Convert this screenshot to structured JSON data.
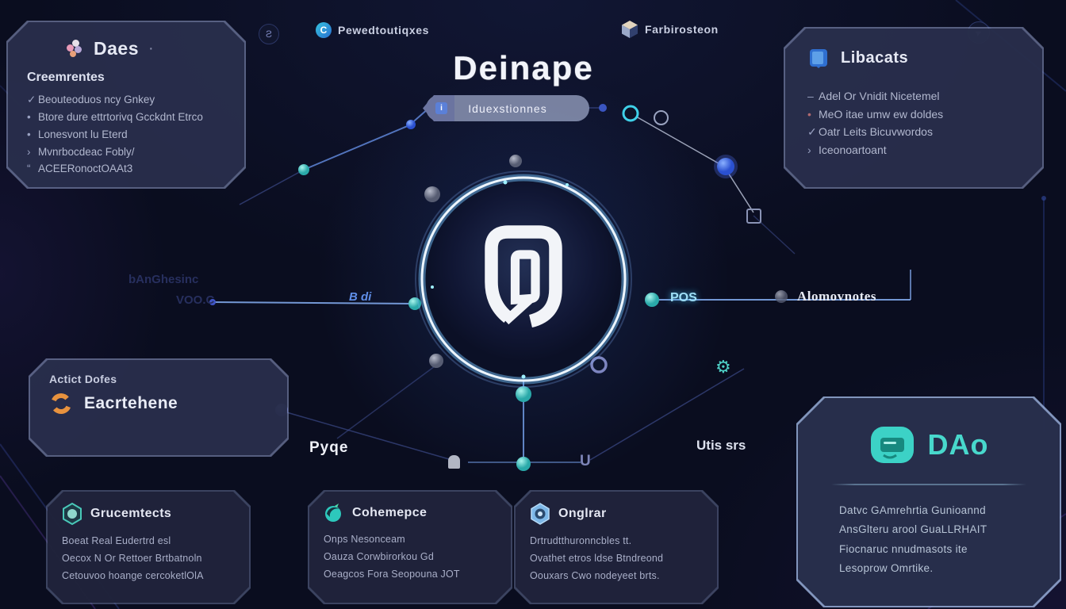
{
  "header": {
    "badge_s": "Ƨ",
    "chain_icon_letter": "C",
    "chain_label": "Pewedtoutiqxes",
    "block_label": "Farbirosteon",
    "title": "Deinape",
    "pill_icon": "i",
    "pill_label": "Iduexstionnes",
    "arrow_badge": "➤"
  },
  "panels": {
    "daes": {
      "title": "Daes",
      "title_dot": "·",
      "subtitle": "Creemrentes",
      "items": [
        {
          "bullet": "✓",
          "text": "Beouteoduos ncy Gnkey"
        },
        {
          "bullet": "•",
          "text": "Btore dure ettrtorivq Gcckdnt Etrco"
        },
        {
          "bullet": "•",
          "text": "Lonesvont lu Eterd"
        },
        {
          "bullet": "›",
          "text": "Mvnrbocdeac Fobly/"
        },
        {
          "bullet": "“",
          "text": "ACEERonoctOAAt3"
        }
      ]
    },
    "libacats": {
      "title": "Libacats",
      "items": [
        {
          "bullet": "–",
          "text": "Adel Or Vnidit Nicetemel"
        },
        {
          "bullet": "•",
          "text": "MeO itae umw ew doldes"
        },
        {
          "bullet": "✓",
          "text": "Oatr Leits Bicuvwordos"
        },
        {
          "bullet": "›",
          "text": "Iceonoartoant"
        }
      ]
    },
    "exchange": {
      "eyebrow": "Actict Dofes",
      "title": "Eacrtehene"
    },
    "grucem": {
      "title": "Grucemtects",
      "lines": [
        "Boeat Real Eudertrd esl",
        "Oecox N Or Rettoer Brtbatnoln",
        "Cetouvoo hoange cercoketlOlA"
      ]
    },
    "cohem": {
      "title": "Cohemepce",
      "lines": [
        "Onps Nesonceam",
        "Oauza Corwbirorkou Gd",
        "Oeagcos Fora Seopouna JOT"
      ]
    },
    "onglrar": {
      "title": "Onglrar",
      "lines": [
        "Drtrudtthuronncbles tt.",
        "Ovathet etros ldse Btndreond",
        "Oouxars Cwo nodeyeet brts."
      ]
    },
    "dao": {
      "title": "DAo",
      "lines": [
        "Datvc GAmrehrtia Gunioannd",
        "AnsGlteru arool GuaLLRHAIT",
        "Fiocnaruc nnudmasots ite",
        "Lesoprow Omrtike."
      ]
    }
  },
  "labels": {
    "faint_top": "bAnGhesinc",
    "faint_bottom": "VOO.C",
    "b_di": "B di",
    "pos": "POS",
    "alomovnotes": "Alomovnotes",
    "pyqe": "Pyqe",
    "utis": "Utis srs",
    "u_node": "U"
  },
  "colors": {
    "background": "#0a0d1f",
    "panel_fill": "#252a47",
    "panel_border": "#8a97c8",
    "teal": "#4fd8cf",
    "dao_teal": "#3ed2c7",
    "blue_node": "#4a6cf0",
    "orange": "#e8923e",
    "line_blue": "#7fa6e8",
    "pos_glow": "#9fe0f8"
  }
}
